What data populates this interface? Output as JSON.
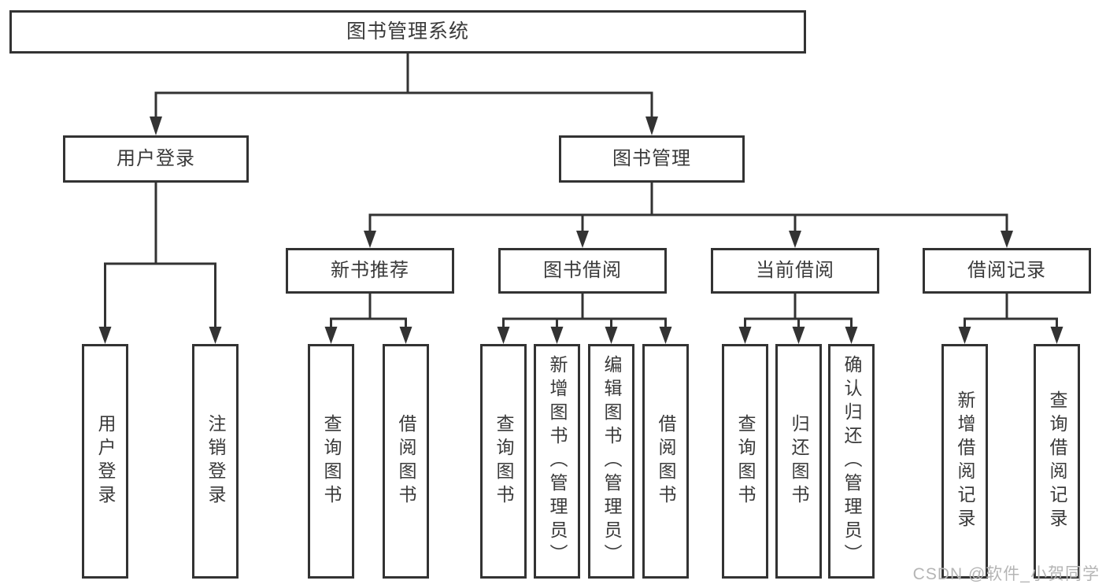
{
  "diagram": {
    "root": {
      "label": "图书管理系统"
    },
    "level2": [
      {
        "label": "用户登录"
      },
      {
        "label": "图书管理"
      }
    ],
    "level3": [
      {
        "label": "新书推荐"
      },
      {
        "label": "图书借阅"
      },
      {
        "label": "当前借阅"
      },
      {
        "label": "借阅记录"
      }
    ],
    "leaves": [
      "用户登录",
      "注销登录",
      "查询图书",
      "借阅图书",
      "查询图书",
      "新增图书（管理员）",
      "编辑图书（管理员）",
      "借阅图书",
      "查询图书",
      "归还图书",
      "确认归还（管理员）",
      "新增借阅记录",
      "查询借阅记录"
    ]
  },
  "watermark": "CSDN @软件_小贺同学",
  "colors": {
    "line": "#333333",
    "border": "#333333",
    "text": "#3a3a3a",
    "background": "#ffffff",
    "watermark": "#b5b5b5"
  }
}
